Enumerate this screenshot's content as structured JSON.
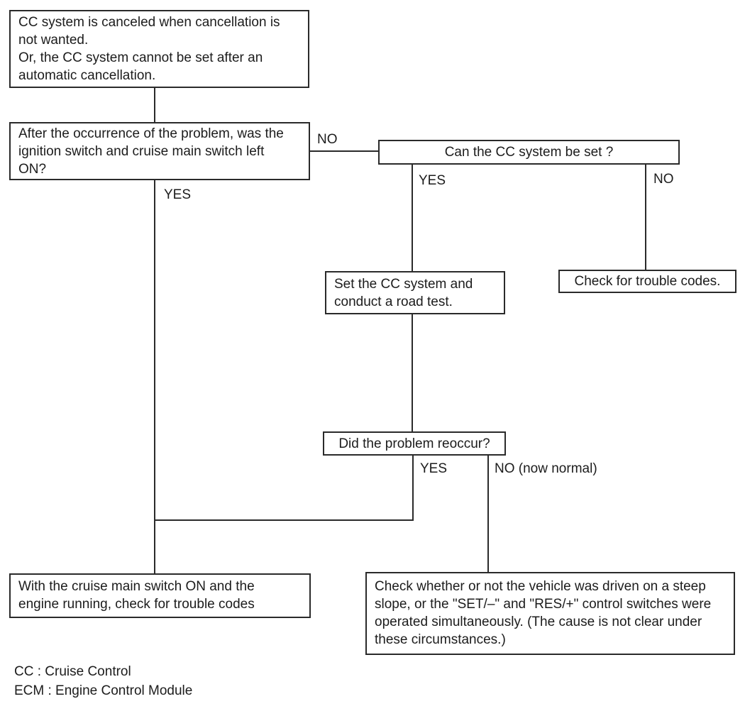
{
  "colors": {
    "line": "#2a2a2a",
    "text": "#1c1c1c",
    "background": "#ffffff"
  },
  "nodes": {
    "problem": "CC system is canceled when cancellation is\nnot wanted.\nOr, the CC system cannot be set after an\nautomatic cancellation.",
    "switch_left_on": "After the occurrence of the problem, was the\nignition switch and cruise main switch left\nON?",
    "can_cc_be_set": "Can the CC system be set ?",
    "road_test": "Set the CC system and\nconduct a road test.",
    "check_trouble_codes": "Check for trouble codes.",
    "problem_reoccur": "Did the problem reoccur?",
    "main_switch_check_codes": "With the cruise main switch ON and the\nengine running, check for trouble codes",
    "steep_slope_check": "Check whether or not the vehicle was driven on a steep\nslope, or the \"SET/–\" and \"RES/+\" control switches were\noperated simultaneously. (The cause is not clear under\nthese circumstances.)"
  },
  "branch_labels": {
    "switch_no": "NO",
    "switch_yes": "YES",
    "set_yes": "YES",
    "set_no": "NO",
    "reoccur_yes": "YES",
    "reoccur_no": "NO (now normal)"
  },
  "legend": {
    "cc": "CC : Cruise Control",
    "ecm": "ECM : Engine Control Module"
  }
}
